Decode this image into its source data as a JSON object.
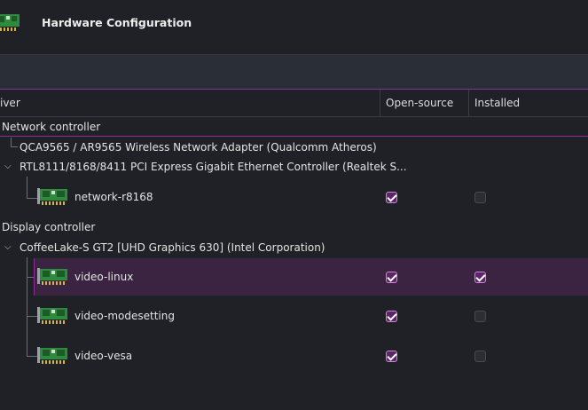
{
  "header": {
    "title": "Hardware Configuration",
    "icon": "pci-card-icon"
  },
  "table": {
    "columns": [
      "iver",
      "Open-source",
      "Installed"
    ],
    "groups": [
      {
        "category": "Network controller",
        "devices": [
          {
            "name": "QCA9565 / AR9565 Wireless Network Adapter (Qualcomm Atheros)",
            "drivers": []
          },
          {
            "name": "RTL8111/8168/8411 PCI Express Gigabit Ethernet Controller (Realtek S...",
            "drivers": [
              {
                "name": "network-r8168",
                "open_source": true,
                "installed": false
              }
            ]
          }
        ]
      },
      {
        "category": "Display controller",
        "devices": [
          {
            "name": "CoffeeLake-S GT2 [UHD Graphics 630] (Intel Corporation)",
            "drivers": [
              {
                "name": "video-linux",
                "open_source": true,
                "installed": true,
                "selected": true
              },
              {
                "name": "video-modesetting",
                "open_source": true,
                "installed": false
              },
              {
                "name": "video-vesa",
                "open_source": true,
                "installed": false
              }
            ]
          }
        ]
      }
    ]
  },
  "colors": {
    "accent": "#8e2c9a",
    "background": "#1f2127",
    "selection": "#3a2441"
  }
}
